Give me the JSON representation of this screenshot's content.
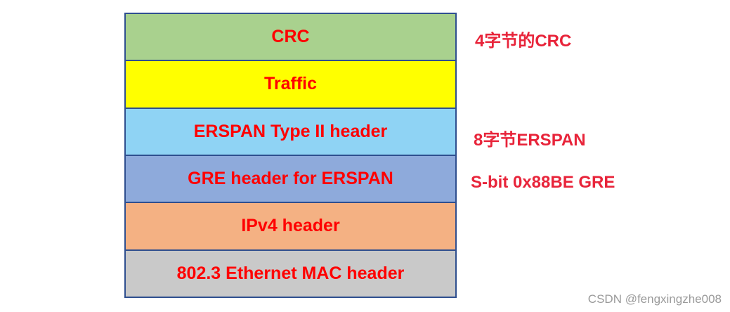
{
  "layers": [
    {
      "label": "CRC",
      "color": "#a9d18e"
    },
    {
      "label": "Traffic",
      "color": "#ffff00"
    },
    {
      "label": "ERSPAN Type II header",
      "color": "#8fd3f4"
    },
    {
      "label": "GRE header for ERSPAN",
      "color": "#8eaadb"
    },
    {
      "label": "IPv4 header",
      "color": "#f4b183"
    },
    {
      "label": "802.3 Ethernet MAC header",
      "color": "#c9c9c9"
    }
  ],
  "notes": {
    "crc": "4字节的CRC",
    "erspan": "8字节ERSPAN",
    "gre": "S-bit 0x88BE GRE"
  },
  "watermark": "CSDN @fengxingzhe008",
  "colors": {
    "text": "#ff0000",
    "note_text": "#e8243a",
    "border": "#2f4f8f"
  }
}
